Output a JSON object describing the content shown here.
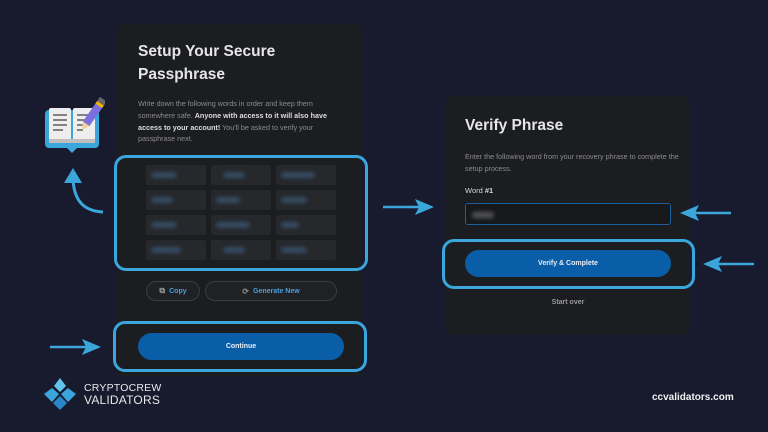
{
  "setup_card": {
    "title": "Setup Your Secure Passphrase",
    "description_plain_1": "Write down the following words in order and keep them somewhere safe. ",
    "description_bold": "Anyone with access to it will also have access to your account!",
    "description_plain_2": " You'll be asked to verify your passphrase next.",
    "words": [
      "(blurred)",
      "(blurred)",
      "(blurred)",
      "(blurred)",
      "(blurred)",
      "(blurred)",
      "(blurred)",
      "(blurred)",
      "(blurred)",
      "(blurred)",
      "(blurred)",
      "(blurred)"
    ],
    "copy_label": "Copy",
    "generate_label": "Generate New",
    "continue_label": "Continue"
  },
  "verify_card": {
    "title": "Verify Phrase",
    "description": "Enter the following word from your recovery phrase to complete the setup process.",
    "field_label_prefix": "Word ",
    "field_label_number": "#1",
    "input_value": "(blurred)",
    "verify_label": "Verify & Complete",
    "start_over_label": "Start over"
  },
  "branding": {
    "logo_line1": "CRYPTOCREW",
    "logo_line2": "VALIDATORS",
    "website": "ccvalidators.com"
  },
  "colors": {
    "background": "#181b2e",
    "card": "#1c1d20",
    "primary_button": "#0a5ea8",
    "highlight": "#3aa6dc"
  },
  "icons": {
    "book": "open-book-with-pencil-icon",
    "copy": "copy-icon",
    "regenerate": "refresh-icon"
  }
}
